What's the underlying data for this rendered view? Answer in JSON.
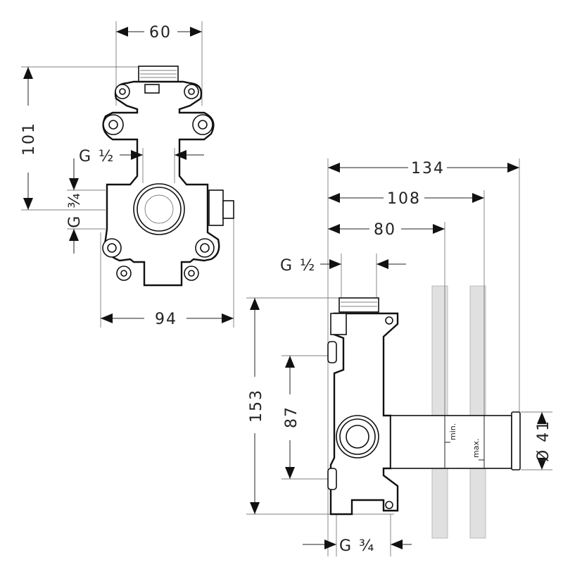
{
  "front_view": {
    "width_top": "60",
    "height": "101",
    "thread_top": "G ½",
    "thread_side": "G ¾",
    "width_bottom": "94"
  },
  "side_view": {
    "depth_max": "134",
    "depth_mid": "108",
    "depth_min": "80",
    "thread_top": "G ½",
    "height": "153",
    "outlet_height": "87",
    "pipe_diameter": "Ø 41",
    "thread_bottom": "G ¾",
    "min_label": "min.",
    "max_label": "max."
  },
  "colors": {
    "line": "#111111",
    "wall": "#e0e0e0"
  }
}
